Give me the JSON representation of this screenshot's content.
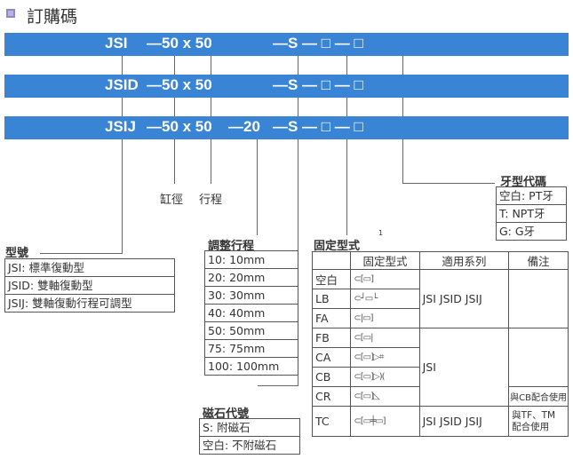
{
  "title": "訂購碼",
  "codes": [
    {
      "model": "JSI",
      "dim": "—50 x 50",
      "adj": "",
      "rest": "—S — □ — □"
    },
    {
      "model": "JSID",
      "dim": "—50 x 50",
      "adj": "",
      "rest": "—S — □ — □"
    },
    {
      "model": "JSIJ",
      "dim": "—50 x 50",
      "adj": "—20",
      "rest": "—S — □ — □"
    }
  ],
  "labels": {
    "bore": "缸徑",
    "stroke": "行程",
    "model": "型號",
    "adjust": "調整行程",
    "mount": "固定型式",
    "note_mark": "1",
    "magnet": "磁石代號",
    "thread": "牙型代碼"
  },
  "model_types": [
    "JSI: 標準復動型",
    "JSID: 雙軸復動型",
    "JSIJ: 雙軸復動行程可調型"
  ],
  "adjust_strokes": [
    "10: 10mm",
    "20: 20mm",
    "30: 30mm",
    "40: 40mm",
    "50: 50mm",
    "75: 75mm",
    "100: 100mm"
  ],
  "magnet_options": [
    "S: 附磁石",
    "空白: 不附磁石"
  ],
  "thread_options": [
    "空白: PT牙",
    "T: NPT牙",
    "G: G牙"
  ],
  "mount_table": {
    "headers": [
      "",
      "固定型式",
      "適用系列",
      "備注"
    ],
    "rows": [
      "空白",
      "LB",
      "FA",
      "FB",
      "CA",
      "CB",
      "CR",
      "TC"
    ],
    "series": [
      "JSI JSID JSIJ",
      "JSI",
      "JSI JSID JSIJ"
    ],
    "notes": [
      "與CB配合使用",
      "與TF、TM 配合使用"
    ]
  }
}
